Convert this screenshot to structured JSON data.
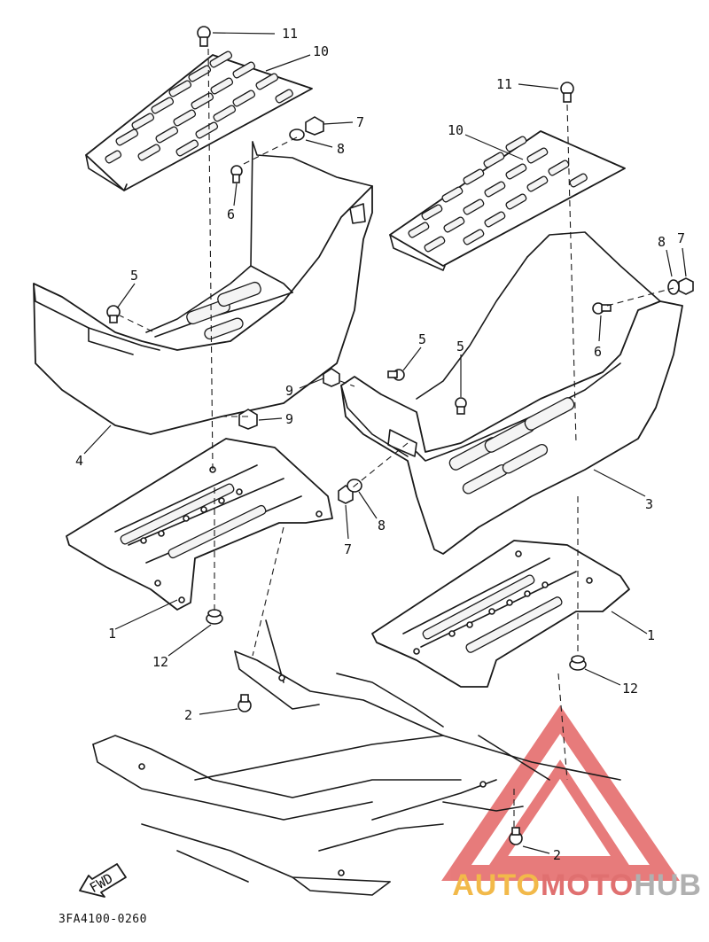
{
  "diagram": {
    "callouts": [
      {
        "id": "c11a",
        "label": "11"
      },
      {
        "id": "c10a",
        "label": "10"
      },
      {
        "id": "c7a",
        "label": "7"
      },
      {
        "id": "c8a",
        "label": "8"
      },
      {
        "id": "c6a",
        "label": "6"
      },
      {
        "id": "c5a",
        "label": "5"
      },
      {
        "id": "c4",
        "label": "4"
      },
      {
        "id": "c9a",
        "label": "9"
      },
      {
        "id": "c9b",
        "label": "9"
      },
      {
        "id": "c1a",
        "label": "1"
      },
      {
        "id": "c12a",
        "label": "12"
      },
      {
        "id": "c2a",
        "label": "2"
      },
      {
        "id": "c11b",
        "label": "11"
      },
      {
        "id": "c10b",
        "label": "10"
      },
      {
        "id": "c8b",
        "label": "8"
      },
      {
        "id": "c7b",
        "label": "7"
      },
      {
        "id": "c6b",
        "label": "6"
      },
      {
        "id": "c5b",
        "label": "5"
      },
      {
        "id": "c5c",
        "label": "5"
      },
      {
        "id": "c3",
        "label": "3"
      },
      {
        "id": "c8c",
        "label": "8"
      },
      {
        "id": "c7c",
        "label": "7"
      },
      {
        "id": "c1b",
        "label": "1"
      },
      {
        "id": "c12b",
        "label": "12"
      },
      {
        "id": "c2b",
        "label": "2"
      }
    ],
    "fwd_label": "FWD",
    "part_code": "3FA4100-0260"
  },
  "watermark": {
    "part1": "AUTO",
    "part2": "MOTO",
    "part3": "HUB",
    "colors": {
      "auto": "#f2b94a",
      "moto": "#e07070",
      "hub": "#b0b0b0",
      "triangle": "#e05050"
    }
  }
}
